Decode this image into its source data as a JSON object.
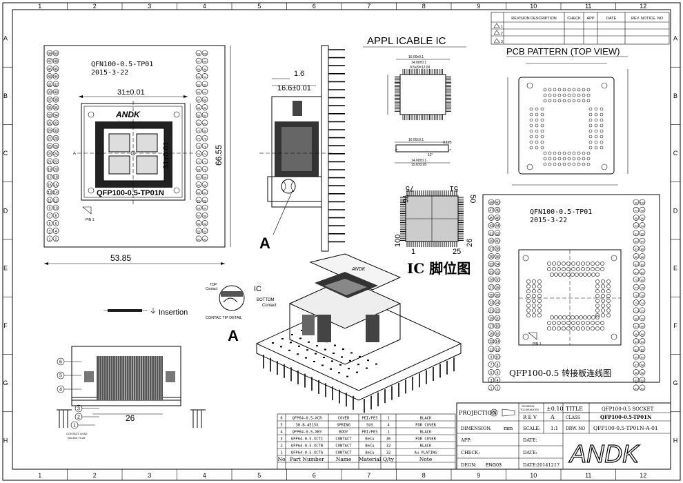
{
  "grid": {
    "cols": [
      "1",
      "2",
      "3",
      "4",
      "5",
      "6",
      "7",
      "8",
      "9",
      "10",
      "11",
      "12"
    ],
    "rows": [
      "A",
      "B",
      "C",
      "D",
      "E",
      "F",
      "G",
      "H"
    ]
  },
  "revision": {
    "headers": [
      "REVISION DESCRIPTION",
      "CHECK",
      "APP",
      "DATE",
      "REV. NOTICE. NO"
    ],
    "rows": [
      "1",
      "2",
      "3"
    ]
  },
  "labels": {
    "applicable_ic": "APPL ICABLE IC",
    "pcb_pattern": "PCB PATTERN  (TOP VIEW)",
    "ic_pin": "IC 脚位图",
    "adapter_wiring": "QFP100-0.5 转接板连线图",
    "insertion": "Insertion",
    "contact_detail": "CONTAC TIP DETAIL",
    "ic_small": "IC",
    "top_contact": "TOP Contact",
    "bottom_contact": "BOTTOM Contact",
    "detail_a": "A",
    "detail_a2": "A",
    "pin1": "PIN 1",
    "pin1b": "PIN 1",
    "contact_lead": "CONTACT LEAD W0.45X T0.25"
  },
  "board_left": {
    "part": "QFN100-0.5-TP01",
    "date": "2015-3-22",
    "socket": "QFP100-0.5-TP01N",
    "logo": "ANDK",
    "left_pins": [
      "49 50",
      "47 48",
      "45 46",
      "43 44",
      "41 42",
      "39 40",
      "37 38",
      "35 36",
      "33 34",
      "31 32",
      "29 30",
      "27 28",
      "25 26",
      "23 24",
      "21 22",
      "19 20",
      "17 18",
      "15 16",
      "13 14",
      "11 12",
      "9 10",
      "7 8",
      "5 6",
      "3 4",
      "1 2"
    ],
    "right_pins": [
      "99 100",
      "97 98",
      "95 96",
      "93 94",
      "91 92",
      "89 90",
      "87 88",
      "85 86",
      "83 84",
      "81 82",
      "79 80",
      "77 78",
      "75 76",
      "73 74",
      "71 72",
      "69 70",
      "67 68",
      "65 66",
      "63 64",
      "61 62",
      "59 60",
      "57 58",
      "55 56",
      "53 54",
      "51 52"
    ]
  },
  "board_right": {
    "part": "QFN100-0.5-TP01",
    "date": "2015-3-22"
  },
  "dims": {
    "d31_top": "31±0.01",
    "d31_side": "31±0.01",
    "d6655": "66.55",
    "d5385": "53.85",
    "d16": "1.6",
    "d166": "16.6±0.01",
    "d26": "26",
    "ic_16a": "16.00±0.1",
    "ic_14a": "14.00±0.1",
    "ic_05": "0.5x(9=12.00",
    "ic_16b": "16.00±0.1",
    "ic_14b": "14.00±0.1",
    "ic_15": "15.6±0.05",
    "ic_12deg": "12°",
    "ic_0125": "0.125"
  },
  "ic_pin_nums": {
    "n75": "75",
    "n51": "51",
    "n76": "76",
    "n50": "50",
    "n100": "100",
    "n26": "26",
    "n1": "1",
    "n25": "25"
  },
  "bom": {
    "headers": [
      "No",
      "Part Number",
      "Name",
      "Material",
      "Q/ty",
      "Note"
    ],
    "rows": [
      [
        "6",
        "QFP64-0.5-XCR",
        "COVER",
        "PEI/PES",
        "1",
        "BLACK"
      ],
      [
        "5",
        "30-B-4515X",
        "SPRING",
        "SUS",
        "4",
        "FOR COVER"
      ],
      [
        "4",
        "QFP64-0.5-XBY",
        "BODY",
        "PEI/PES",
        "1",
        "BLACK"
      ],
      [
        "3",
        "QFP64-0.5-XCTC",
        "CONTACT",
        "BeCu",
        "36",
        "FOR COVER"
      ],
      [
        "2",
        "QFP64-0.5-XCTB",
        "CONTACT",
        "BeCu",
        "32",
        "BLACK"
      ],
      [
        "1",
        "QFP64-0.5-XCTA",
        "CONTACT",
        "BeCu",
        "32",
        "Au PLATING"
      ]
    ]
  },
  "title_block": {
    "projection": "PROJECTION",
    "general_tol": "GENERAL TOLERANCES",
    "tol_val": "±0.10",
    "title_lbl": "TITLE",
    "title_val": "QFP100-0.5 SOCKET",
    "rev_lbl": "R E V",
    "rev_val": "A",
    "class_lbl": "CLASS",
    "class_val": "QFP100-0.5-TP01N",
    "dim_lbl": "DIMENSION:",
    "dim_val": "mm",
    "scale_lbl": "SCALE:",
    "scale_val": "1:1",
    "drw_lbl": "DRW. NO",
    "drw_val": "QFP100-0.5-TP01N-A-01",
    "app_lbl": "APP:",
    "date_lbl1": "DATE:",
    "check_lbl": "CHECK:",
    "date_lbl2": "DATE:",
    "desg_lbl": "DEGN:",
    "desg_val": "ENG03",
    "date_lbl3": "DATE:",
    "date_val": "20141217",
    "logo": "ANDK"
  },
  "callouts": [
    "6",
    "5",
    "4",
    "3",
    "2",
    "1"
  ]
}
